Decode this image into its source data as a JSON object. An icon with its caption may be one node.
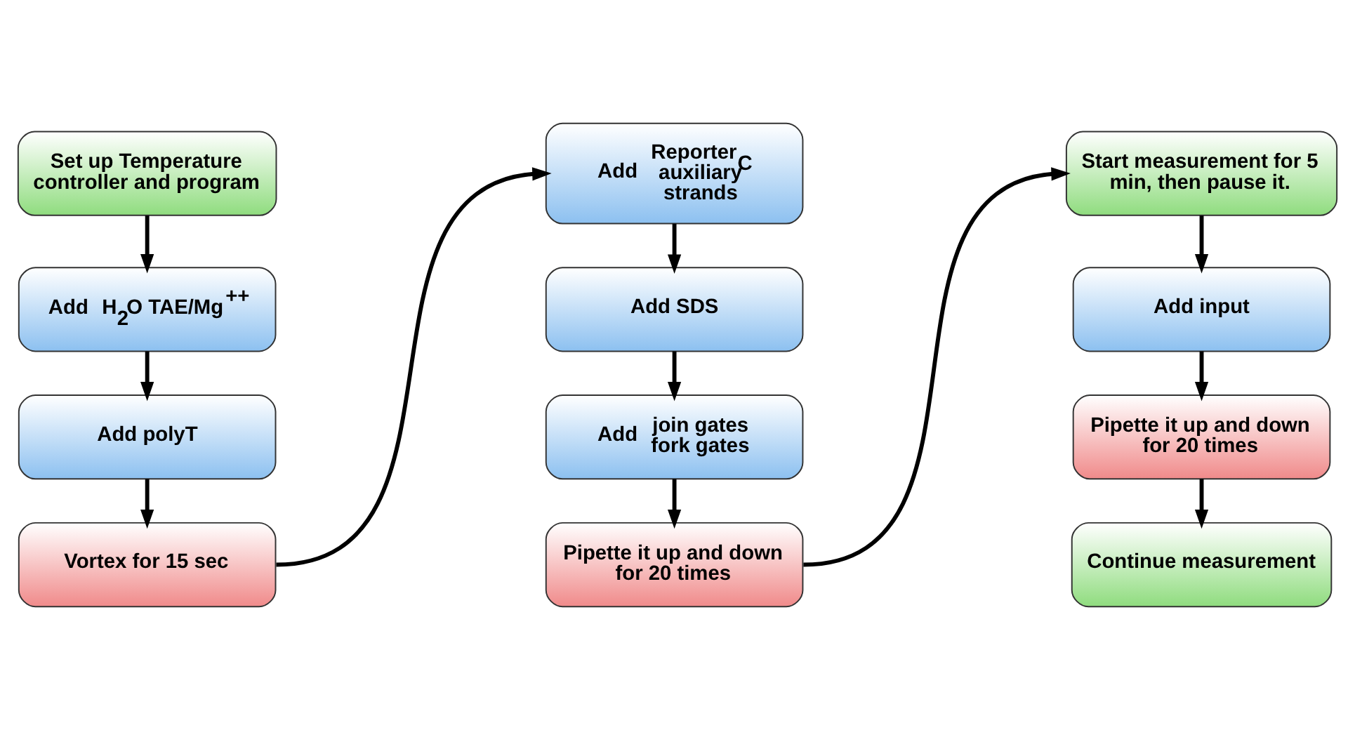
{
  "diagram": {
    "nodes": [
      {
        "text": [
          "Set up Temperature controller and program"
        ]
      },
      {
        "text": [
          "Add",
          "H$_{2}$O TAE/Mg$^{++}$"
        ]
      },
      {
        "text": [
          "Add polyT"
        ]
      },
      {
        "text": [
          "Vortex for 15 sec"
        ]
      },
      {
        "text": [
          "Add",
          "Reporter$_{C}$ auxiliary strands"
        ]
      },
      {
        "text": [
          "Add SDS"
        ]
      },
      {
        "text": [
          "Add",
          "join gates fork gates"
        ]
      },
      {
        "text": [
          "Pipette it up and down for 20 times"
        ]
      },
      {
        "text": [
          "Start measurement for 5 min, then pause it."
        ]
      },
      {
        "text": [
          "Add input"
        ]
      },
      {
        "text": [
          "Pipette it up and down for 20 times"
        ]
      },
      {
        "text": [
          "Continue measurement"
        ]
      }
    ],
    "edges": [
      {
        "from": 0,
        "to": 1,
        "arrow": "to"
      },
      {
        "from": 1,
        "to": 2,
        "arrow": "to"
      },
      {
        "from": 2,
        "to": 3,
        "arrow": "to"
      },
      {
        "from": 3,
        "to": 4,
        "arrow": "to"
      },
      {
        "from": 4,
        "to": 5,
        "arrow": "to"
      },
      {
        "from": 5,
        "to": 6,
        "arrow": "to"
      },
      {
        "from": 6,
        "to": 7,
        "arrow": "to"
      },
      {
        "from": 7,
        "to": 8,
        "arrow": "to"
      },
      {
        "from": 8,
        "to": 9,
        "arrow": "to"
      },
      {
        "from": 9,
        "to": 10,
        "arrow": "to"
      },
      {
        "from": 10,
        "to": 11,
        "arrow": "to"
      }
    ]
  }
}
